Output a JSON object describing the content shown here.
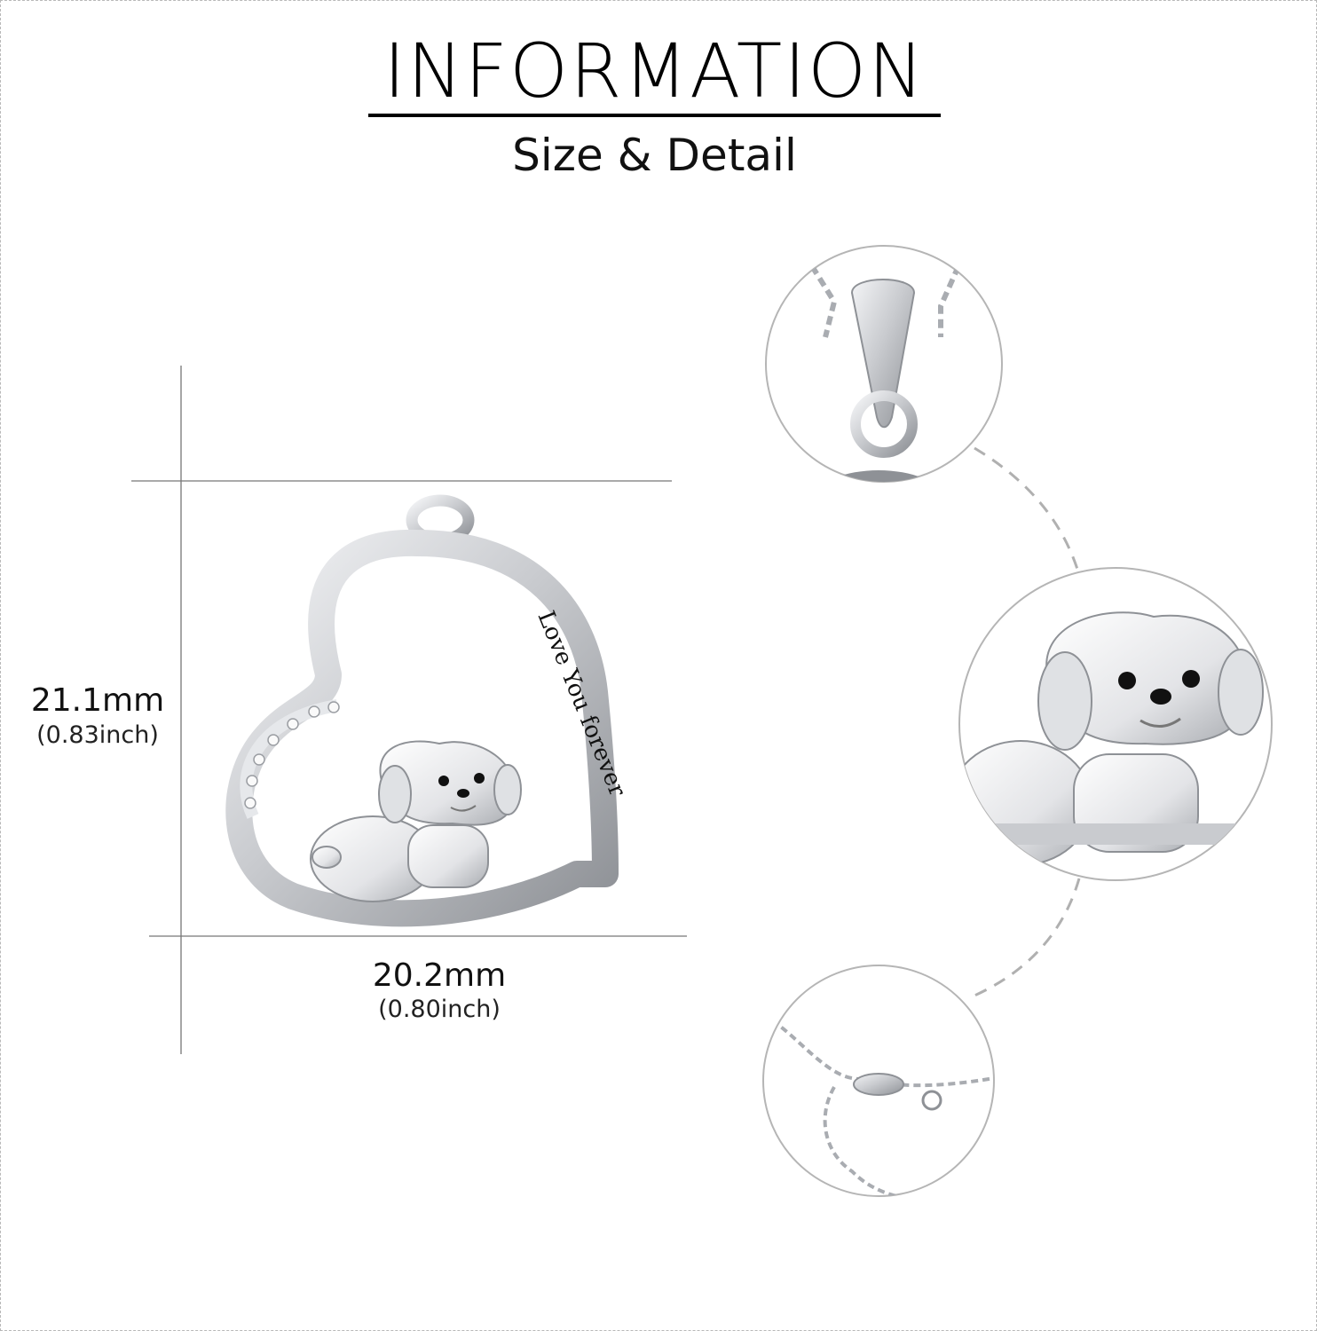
{
  "header": {
    "title": "INFORMATION",
    "subtitle": "Size & Detail"
  },
  "pendant": {
    "engraving": "Love You forever",
    "height": {
      "mm": "21.1mm",
      "inch": "(0.83inch)"
    },
    "width": {
      "mm": "20.2mm",
      "inch": "(0.80inch)"
    }
  },
  "colors": {
    "silver": "#c9cbcf",
    "silver_dark": "#8e9196",
    "ink": "#111111",
    "guide_line": "#777777",
    "dash_line": "#b0b0b0",
    "circle_border": "#b5b5b5"
  }
}
